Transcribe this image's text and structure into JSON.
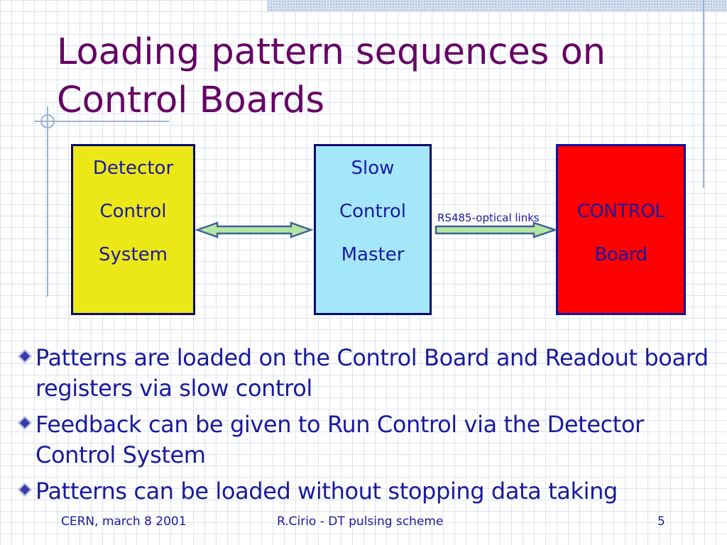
{
  "slide": {
    "title": "Loading pattern sequences on Control Boards"
  },
  "diagram": {
    "nodes": [
      {
        "id": "detector-control-system",
        "lines": [
          "Detector",
          "Control",
          "System"
        ],
        "fill": "#ece817"
      },
      {
        "id": "slow-control-master",
        "lines": [
          "Slow",
          "Control",
          "Master"
        ],
        "fill": "#a5e7fa"
      },
      {
        "id": "control-board",
        "lines": [
          "CONTROL",
          "Board"
        ],
        "fill": "#ff0000"
      }
    ],
    "edges": [
      {
        "from": "detector-control-system",
        "to": "slow-control-master",
        "direction": "bidirectional",
        "label": ""
      },
      {
        "from": "slow-control-master",
        "to": "control-board",
        "direction": "forward",
        "label": "RS485-optical links"
      }
    ],
    "arrow_fill": "#b3e6a0",
    "arrow_stroke": "#40609a"
  },
  "bullets": [
    "Patterns are loaded on the Control Board and Readout board registers via slow control",
    "Feedback can be given to Run Control via the Detector Control System",
    "Patterns can be loaded without stopping data taking"
  ],
  "footer": {
    "left": "CERN, march 8 2001",
    "center": "R.Cirio - DT pulsing scheme",
    "page_number": "5"
  },
  "colors": {
    "title": "#660066",
    "text": "#1a1a9e",
    "box_border": "#0a0a6e"
  }
}
